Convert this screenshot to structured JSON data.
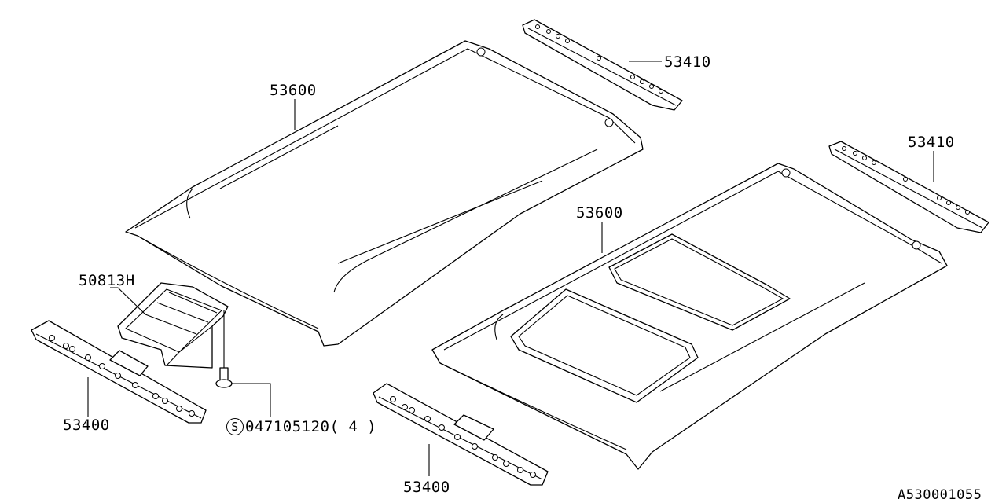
{
  "labels": {
    "roof_panel_top": "53600",
    "roof_panel_sunroof": "53600",
    "roof_rail_front_top": "53410",
    "roof_rail_front_right": "53410",
    "roof_rail_rear_left": "53400",
    "roof_rail_rear_bottom": "53400",
    "bracket": "50813H",
    "bolt_symbol": "S",
    "bolt_part": "047105120",
    "bolt_qty": "( 4 )",
    "diagram_code": "A530001055"
  }
}
